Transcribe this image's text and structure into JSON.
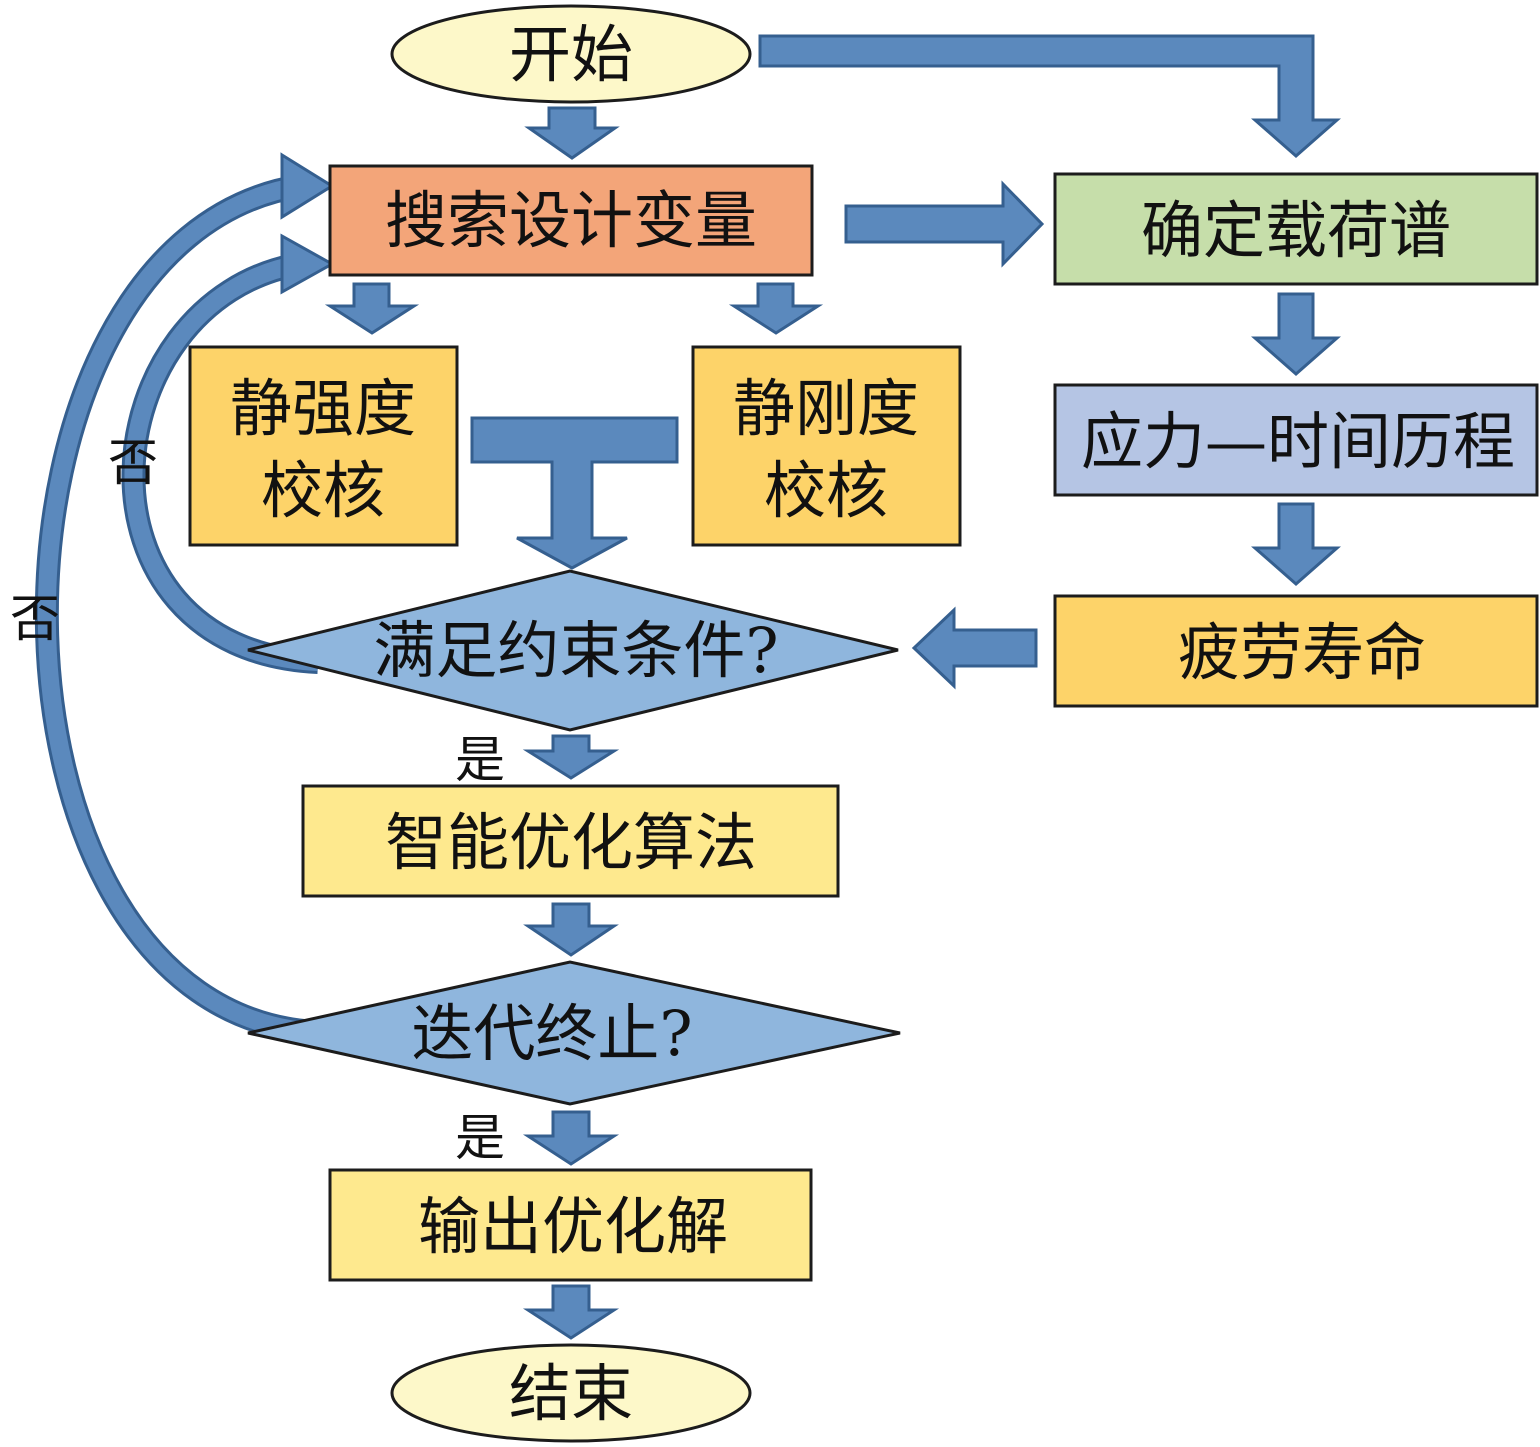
{
  "colors": {
    "arrow_fill": "#5b89bd",
    "arrow_stroke": "#355f8f",
    "terminal_fill": "#fdf8c9",
    "search_fill": "#f3a579",
    "check_fill": "#fdd369",
    "decision_fill": "#8fb6dd",
    "process_fill": "#fee98e",
    "load_fill": "#c6deaa",
    "stress_fill": "#b5c5e4",
    "fatigue_fill": "#fdd369"
  },
  "nodes": {
    "start": "开始",
    "search": "搜索设计变量",
    "static_strength_1": "静强度",
    "static_strength_2": "校核",
    "static_stiffness_1": "静刚度",
    "static_stiffness_2": "校核",
    "constraint": "满足约束条件?",
    "algorithm": "智能优化算法",
    "terminate": "迭代终止?",
    "output": "输出优化解",
    "end": "结束",
    "load_spectrum": "确定载荷谱",
    "stress_time": "应力—时间历程",
    "fatigue_life": "疲劳寿命"
  },
  "labels": {
    "no_inner": "否",
    "no_outer": "否",
    "yes_constraint": "是",
    "yes_terminate": "是"
  }
}
